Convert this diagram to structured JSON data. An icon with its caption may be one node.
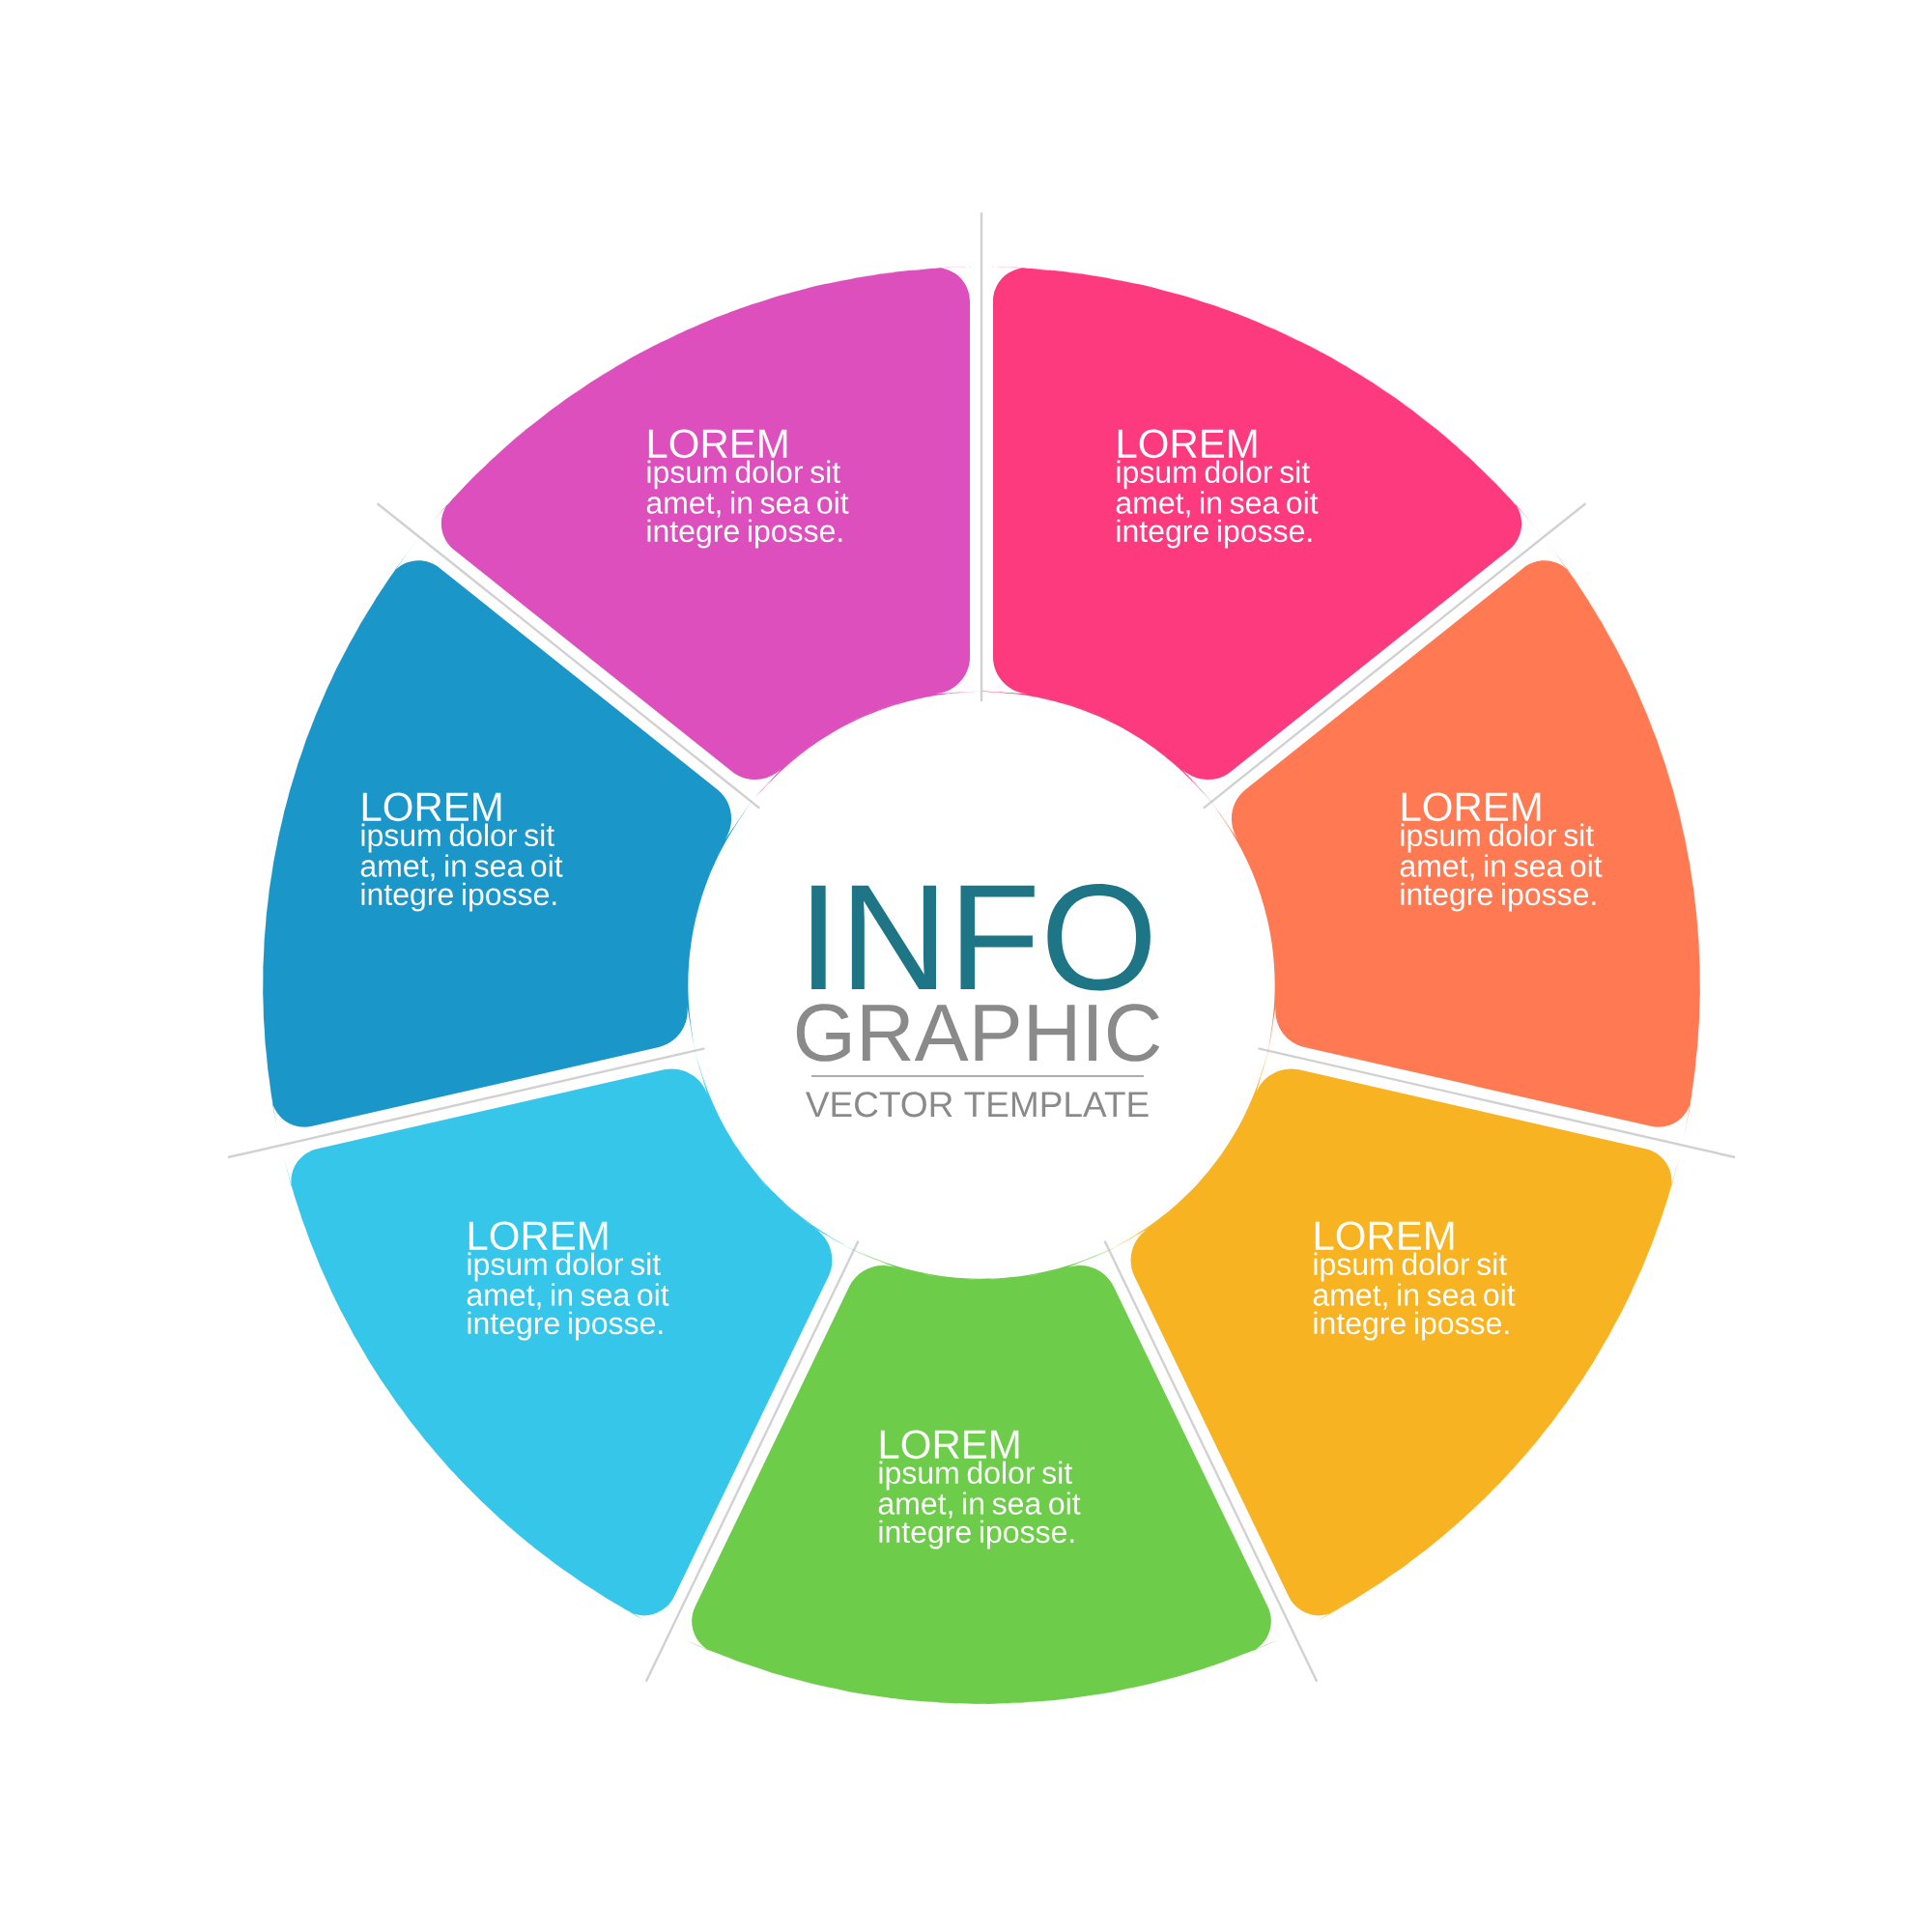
{
  "diagram": {
    "nodes": [
      {
        "text": [
          "LOREM",
          "ipsum dolor sit amet, in sea oit integre iposse."
        ]
      },
      {
        "text": [
          "LOREM",
          "ipsum dolor sit amet, in sea oit integre iposse."
        ]
      },
      {
        "text": [
          "LOREM",
          "ipsum dolor sit amet, in sea oit integre iposse."
        ]
      },
      {
        "text": [
          "LOREM",
          "ipsum dolor sit amet, in sea oit integre iposse."
        ]
      },
      {
        "text": [
          "LOREM",
          "ipsum dolor sit amet, in sea oit integre iposse."
        ]
      },
      {
        "text": [
          "LOREM",
          "ipsum dolor sit amet, in sea oit integre iposse."
        ]
      },
      {
        "text": [
          "LOREM",
          "ipsum dolor sit amet, in sea oit integre iposse."
        ]
      }
    ],
    "labels": [
      "INFO",
      "GRAPHIC",
      "VECTOR TEMPLATE"
    ]
  }
}
